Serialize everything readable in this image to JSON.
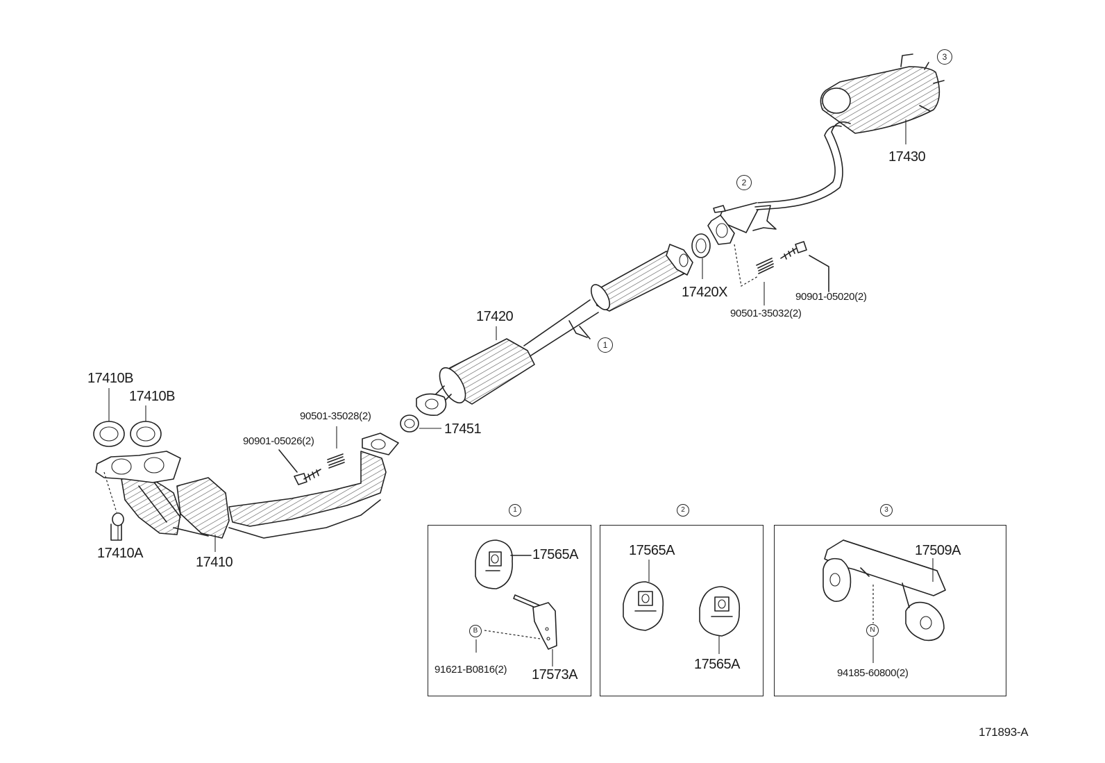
{
  "parts": {
    "p17430": "17430",
    "p17420": "17420",
    "p17420x": "17420X",
    "p17451": "17451",
    "p17410": "17410",
    "p17410a": "17410A",
    "p17410b_1": "17410B",
    "p17410b_2": "17410B",
    "bolt_05020": "90901-05020(2)",
    "spring_35032": "90501-35032(2)",
    "spring_35028": "90501-35028(2)",
    "bolt_05026": "90901-05026(2)"
  },
  "refs": {
    "ref1_pipe": "1",
    "ref2_pipe": "2",
    "ref3_muffler": "3"
  },
  "panels": {
    "panel1": {
      "marker": "1",
      "hanger": "17565A",
      "bracket": "17573A",
      "bolt_mark": "B",
      "bolt": "91621-B0816(2)"
    },
    "panel2": {
      "marker": "2",
      "hanger_top": "17565A",
      "hanger_bottom": "17565A"
    },
    "panel3": {
      "marker": "3",
      "hanger": "17509A",
      "nut_mark": "N",
      "nut": "94185-60800(2)"
    }
  },
  "figure_id": "171893-A",
  "colors": {
    "line": "#222222",
    "background": "#ffffff"
  }
}
